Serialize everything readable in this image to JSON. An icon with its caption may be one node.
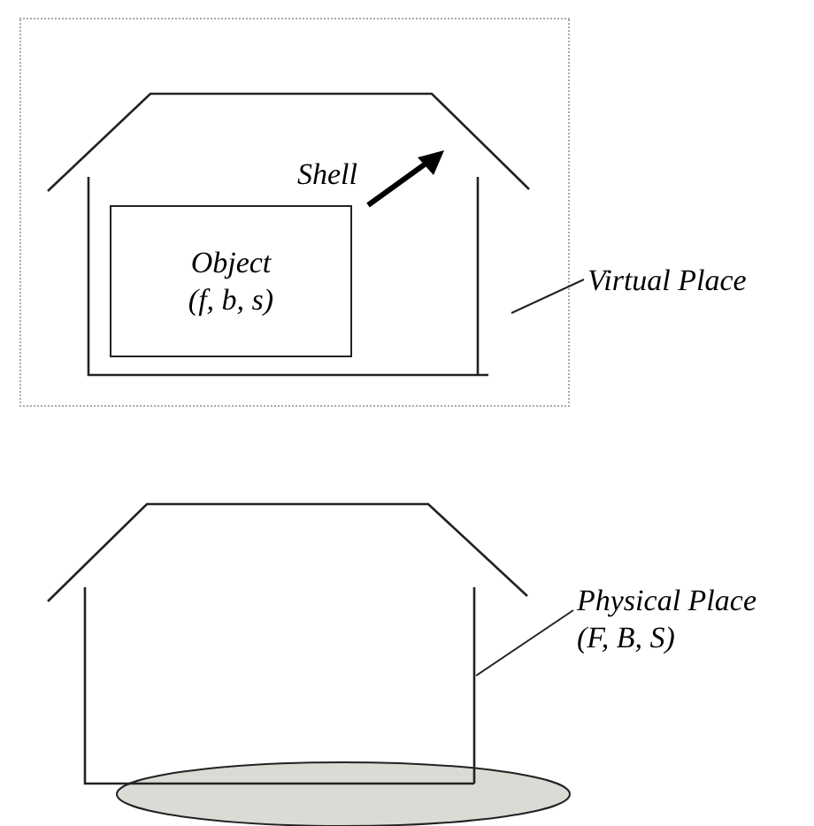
{
  "diagram": {
    "nodes": [
      {
        "text": [],
        "shape": "house"
      },
      {
        "text": [
          "Object (f, b, s)"
        ],
        "in": 0
      },
      {
        "text": [
          "Virtual Place"
        ]
      },
      {
        "text": [],
        "shape": "house"
      },
      {
        "text": [
          "Physical Place (F, B, S)"
        ]
      }
    ],
    "edges": [
      {
        "from": 2,
        "to": 0,
        "arrow": "none"
      },
      {
        "from": 4,
        "to": 3,
        "arrow": "none"
      }
    ],
    "labels": [
      "Shell"
    ]
  }
}
